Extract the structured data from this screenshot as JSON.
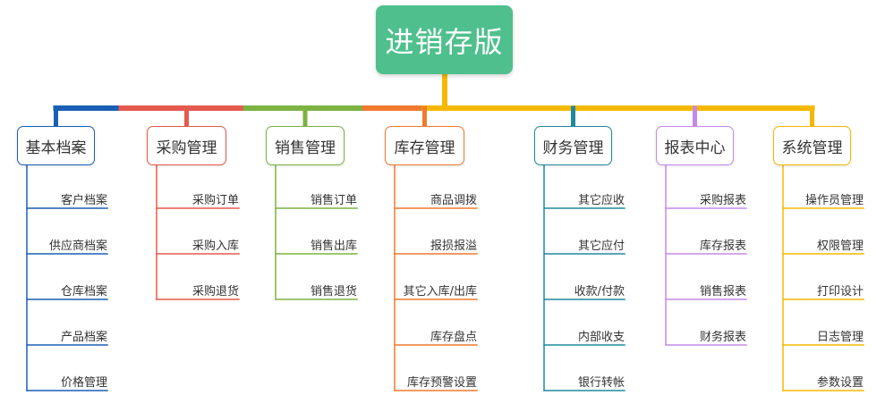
{
  "diagram": {
    "root": {
      "label": "进销存版",
      "color": "#4fc08d"
    },
    "accent_colors": {
      "trunk": "#f5b800"
    },
    "categories": [
      {
        "label": "基本档案",
        "color": "#1a5fb4",
        "items": [
          "客户档案",
          "供应商档案",
          "仓库档案",
          "产品档案",
          "价格管理"
        ]
      },
      {
        "label": "采购管理",
        "color": "#e55a4e",
        "items": [
          "采购订单",
          "采购入库",
          "采购退货"
        ]
      },
      {
        "label": "销售管理",
        "color": "#7cb342",
        "items": [
          "销售订单",
          "销售出库",
          "销售退货"
        ]
      },
      {
        "label": "库存管理",
        "color": "#ef7a2e",
        "items": [
          "商品调拨",
          "报损报溢",
          "其它入库/出库",
          "库存盘点",
          "库存预警设置"
        ]
      },
      {
        "label": "财务管理",
        "color": "#1f8a9e",
        "items": [
          "其它应收",
          "其它应付",
          "收款/付款",
          "内部收支",
          "银行转帐"
        ]
      },
      {
        "label": "报表中心",
        "color": "#c58ae8",
        "items": [
          "采购报表",
          "库存报表",
          "销售报表",
          "财务报表"
        ]
      },
      {
        "label": "系统管理",
        "color": "#f5b800",
        "items": [
          "操作员管理",
          "权限管理",
          "打印设计",
          "日志管理",
          "参数设置"
        ]
      }
    ]
  }
}
